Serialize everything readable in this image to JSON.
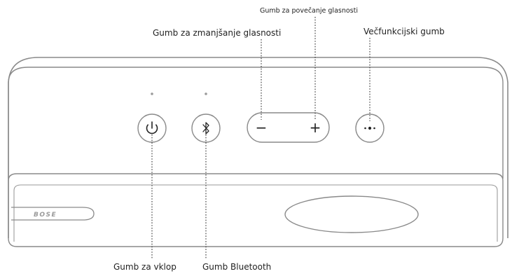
{
  "labels": {
    "volume_up": "Gumb za povečanje glasnosti",
    "volume_down": "Gumb za zmanjšanje glasnosti",
    "multifunction": "Večfunkcijski gumb",
    "power": "Gumb za vklop",
    "bluetooth": "Gumb Bluetooth"
  },
  "buttons": {
    "minus_glyph": "−",
    "plus_glyph": "+"
  },
  "brand": {
    "logo_text": "BOSE"
  },
  "icons": {
    "power": "power-icon",
    "bluetooth": "bluetooth-icon",
    "multifunction": "three-dots-icon"
  },
  "colors": {
    "outline": "#8a8a8a",
    "leader": "#333333",
    "text": "#222222"
  }
}
